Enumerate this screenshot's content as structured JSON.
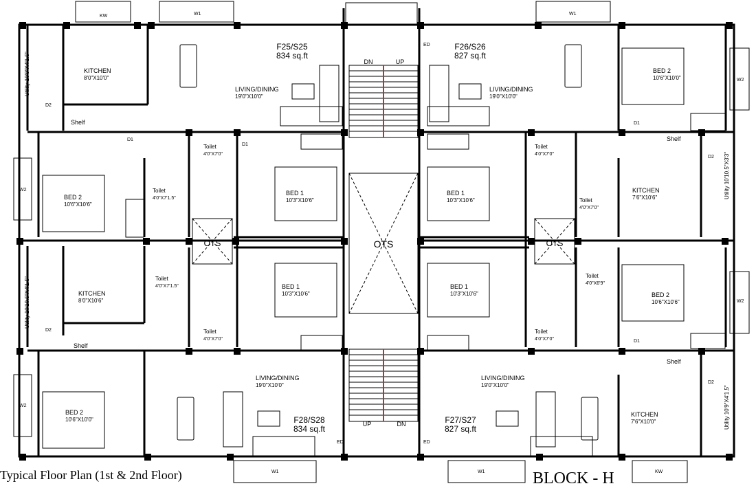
{
  "caption": "Typical Floor Plan (1st & 2nd Floor)",
  "block": "BLOCK - H",
  "units": {
    "f25": {
      "name": "F25/S25",
      "area": "834 sq.ft"
    },
    "f26": {
      "name": "F26/S26",
      "area": "827 sq.ft"
    },
    "f28": {
      "name": "F28/S28",
      "area": "834 sq.ft"
    },
    "f27": {
      "name": "F27/S27",
      "area": "827 sq.ft"
    }
  },
  "rooms": {
    "living_tl": {
      "name": "LIVING/DINING",
      "size": "19'0\"X10'0\""
    },
    "living_tr": {
      "name": "LIVING/DINING",
      "size": "19'0\"X10'0\""
    },
    "living_bl": {
      "name": "LIVING/DINING",
      "size": "19'0\"X10'0\""
    },
    "living_br": {
      "name": "LIVING/DINING",
      "size": "19'0\"X10'0\""
    },
    "kitchen_tl": {
      "name": "KITCHEN",
      "size": "8'0\"X10'0\""
    },
    "kitchen_ml": {
      "name": "KITCHEN",
      "size": "8'0\"X10'6\""
    },
    "kitchen_mr": {
      "name": "KITCHEN",
      "size": "7'6\"X10'6\""
    },
    "kitchen_br": {
      "name": "KITCHEN",
      "size": "7'6\"X10'0\""
    },
    "bed2_tl": {
      "name": "BED 2",
      "size": "10'6\"X10'6\""
    },
    "bed2_bl": {
      "name": "BED 2",
      "size": "10'6\"X10'0\""
    },
    "bed2_tr": {
      "name": "BED 2",
      "size": "10'6\"X10'0\""
    },
    "bed2_mr": {
      "name": "BED 2",
      "size": "10'6\"X10'6\""
    },
    "bed1_tl": {
      "name": "BED 1",
      "size": "10'3\"X10'6\""
    },
    "bed1_tr": {
      "name": "BED 1",
      "size": "10'3\"X10'6\""
    },
    "bed1_bl": {
      "name": "BED 1",
      "size": "10'3\"X10'6\""
    },
    "bed1_br": {
      "name": "BED 1",
      "size": "10'3\"X10'6\""
    },
    "toilet_a": {
      "name": "Toilet",
      "size": "4'0\"X7'0\""
    },
    "toilet_b": {
      "name": "Toilet",
      "size": "4'0\"X7'1.5\""
    },
    "toilet_c": {
      "name": "Toilet",
      "size": "4'0\"X7'0\""
    },
    "toilet_d": {
      "name": "Toilet",
      "size": "4'0\"X7'0\""
    },
    "toilet_e": {
      "name": "Toilet",
      "size": "4'0\"X7'1.5\""
    },
    "toilet_f": {
      "name": "Toilet",
      "size": "4'0\"X7'0\""
    },
    "toilet_g": {
      "name": "Toilet",
      "size": "4'0\"X6'9\""
    },
    "toilet_h": {
      "name": "Toilet",
      "size": "4'0\"X7'0\""
    },
    "utility_tl": "Utility 10'9\"X4'1.5\"",
    "utility_ml": "Utility 10'10.5\"X4'1.5\"",
    "utility_mr": "Utility 10'10.5\"X3'3\"",
    "utility_br": "Utility 10'9\"X4'1.5\""
  },
  "ots": {
    "center": "OTS",
    "left": "OTS",
    "right": "OTS"
  },
  "stairs": {
    "dn": "DN",
    "up": "UP"
  },
  "labels": {
    "shelf": "Shelf",
    "w1": "W1",
    "w2": "W2",
    "kw": "KW",
    "d1": "D1",
    "d2": "D2",
    "ed": "ED"
  },
  "colors": {
    "stair_center_line": "#e02020",
    "lines": "#000000"
  }
}
